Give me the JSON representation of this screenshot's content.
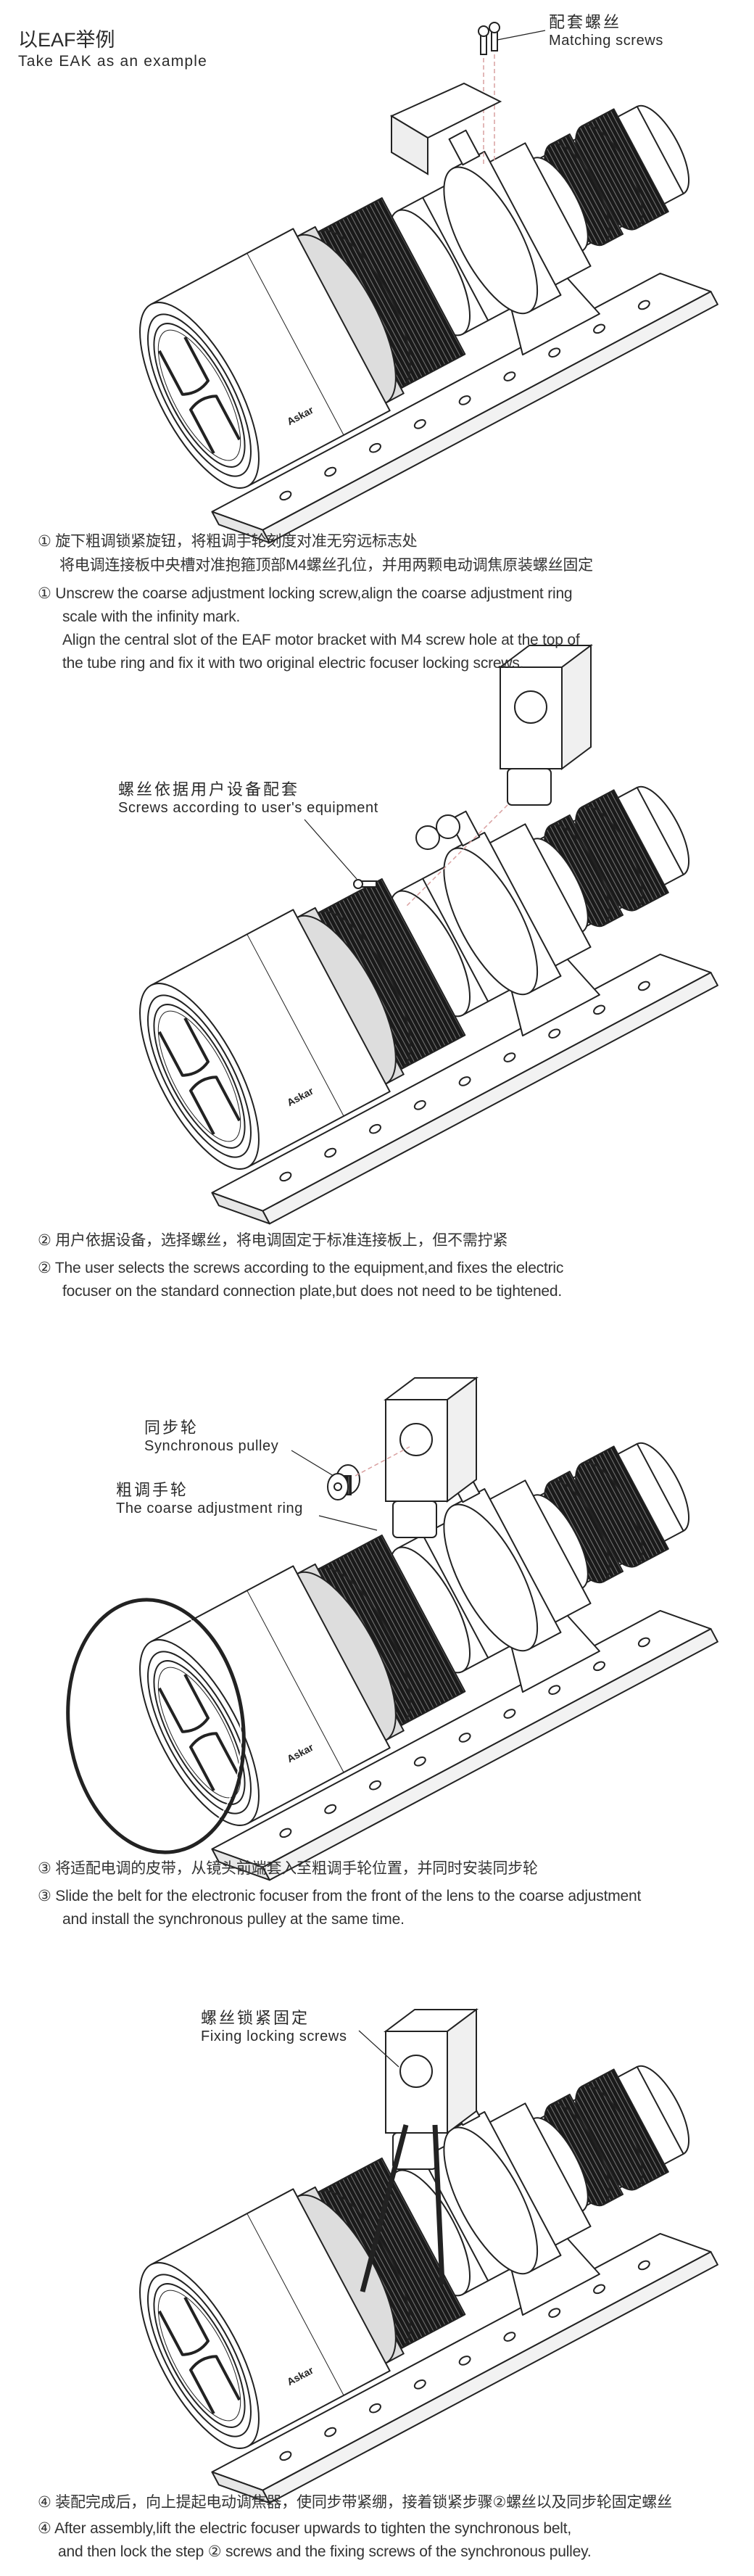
{
  "header": {
    "title_cn": "以EAF举例",
    "title_en": "Take EAK as an example"
  },
  "steps": [
    {
      "callouts": [
        {
          "cn": "配套螺丝",
          "en": "Matching screws"
        }
      ],
      "cn": [
        "① 旋下粗调锁紧旋钮，将粗调手轮刻度对准无穷远标志处",
        "将电调连接板中央槽对准抱箍顶部M4螺丝孔位，并用两颗电动调焦原装螺丝固定"
      ],
      "en": [
        "① Unscrew the coarse adjustment locking screw,align the coarse adjustment ring",
        "scale with the infinity mark.",
        "Align the central slot of the EAF motor bracket with M4 screw hole at the top of",
        "the tube ring and fix it with two original electric focuser locking screws."
      ]
    },
    {
      "callouts": [
        {
          "cn": "螺丝依据用户设备配套",
          "en": "Screws according to user's equipment"
        }
      ],
      "cn": [
        "② 用户依据设备，选择螺丝，将电调固定于标准连接板上，但不需拧紧"
      ],
      "en": [
        "② The user selects the screws according to the equipment,and fixes the electric",
        "focuser on the standard connection plate,but does not need to be tightened."
      ]
    },
    {
      "callouts": [
        {
          "cn": "同步轮",
          "en": "Synchronous pulley"
        },
        {
          "cn": "粗调手轮",
          "en": "The coarse adjustment ring"
        }
      ],
      "cn": [
        "③ 将适配电调的皮带，从镜头前端套入至粗调手轮位置，并同时安装同步轮"
      ],
      "en": [
        "③ Slide the belt for the electronic focuser from the front of the lens to the coarse adjustment",
        "and install the synchronous pulley at the same time."
      ]
    },
    {
      "callouts": [
        {
          "cn": "螺丝锁紧固定",
          "en": "Fixing locking screws"
        }
      ],
      "cn": [
        "④ 装配完成后，向上提起电动调焦器，使同步带紧绷，接着锁紧步骤②螺丝以及同步轮固定螺丝"
      ],
      "en": [
        "④ After assembly,lift the electric focuser upwards to tighten the synchronous belt,",
        "and then lock the step ② screws and the fixing screws of the synchronous pulley."
      ]
    }
  ],
  "colors": {
    "ink": "#222222",
    "dashed_guide": "#d9a0a0"
  }
}
